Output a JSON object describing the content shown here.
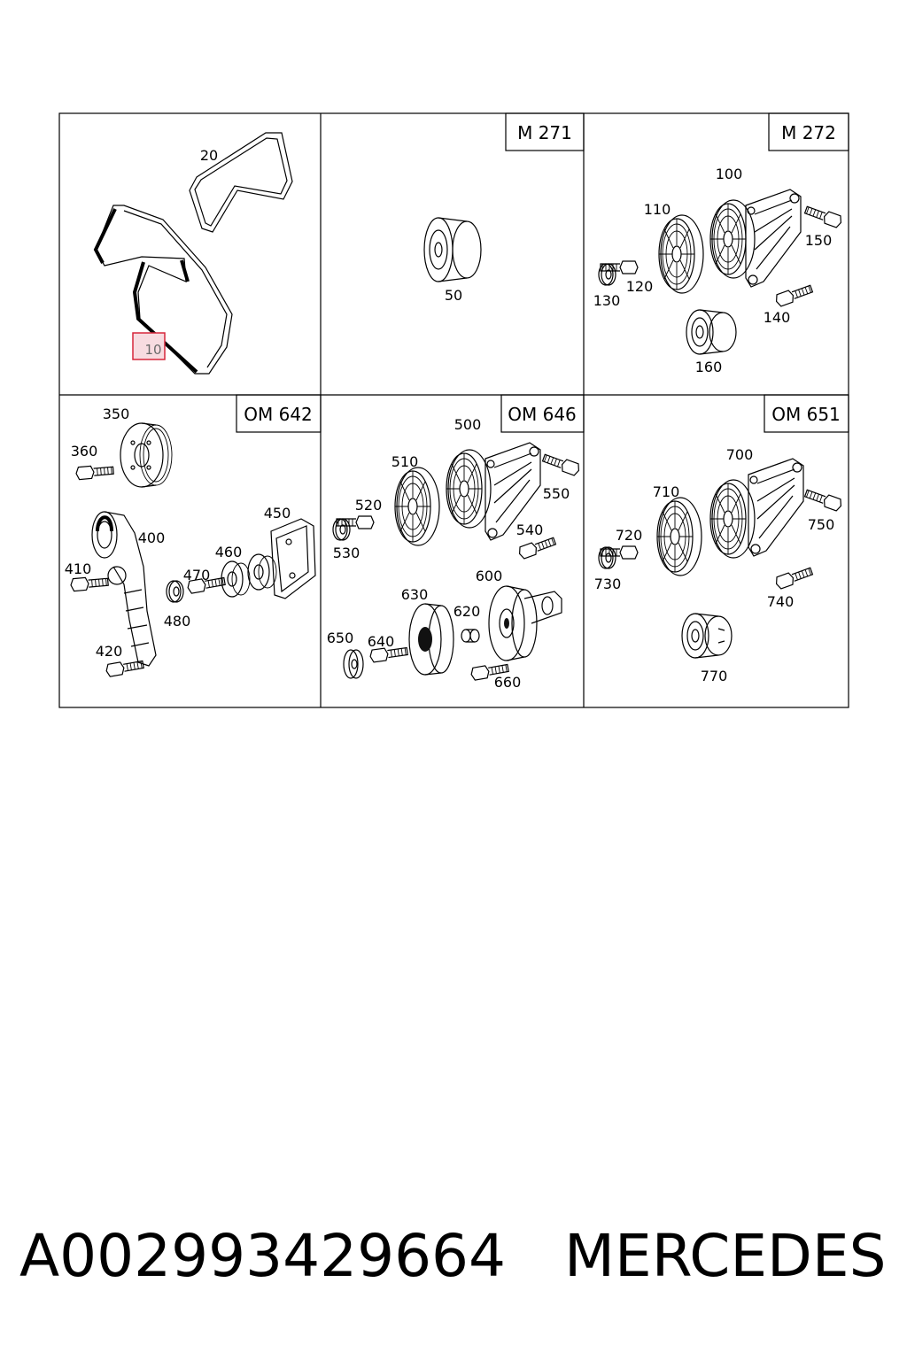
{
  "panels": {
    "p1": {
      "labels": [
        "20",
        "10"
      ]
    },
    "p2": {
      "header": "M 271",
      "labels": [
        "50"
      ]
    },
    "p3": {
      "header": "M 272",
      "labels": [
        "100",
        "110",
        "150",
        "120",
        "130",
        "140",
        "160"
      ]
    },
    "p4": {
      "header": "OM 642",
      "labels": [
        "350",
        "360",
        "450",
        "400",
        "460",
        "470",
        "410",
        "480",
        "420"
      ]
    },
    "p5": {
      "header": "OM 646",
      "labels": [
        "500",
        "510",
        "550",
        "520",
        "540",
        "530",
        "600",
        "630",
        "620",
        "650",
        "640",
        "660"
      ]
    },
    "p6": {
      "header": "OM 651",
      "labels": [
        "700",
        "710",
        "750",
        "720",
        "730",
        "740",
        "770"
      ]
    }
  },
  "highlighted_part": "10",
  "footer": {
    "part_number": "A002993429664",
    "brand": "MERCEDES"
  },
  "colors": {
    "highlight_fill": "#f7dbe0",
    "highlight_stroke": "#d6263b",
    "line": "#000000"
  }
}
